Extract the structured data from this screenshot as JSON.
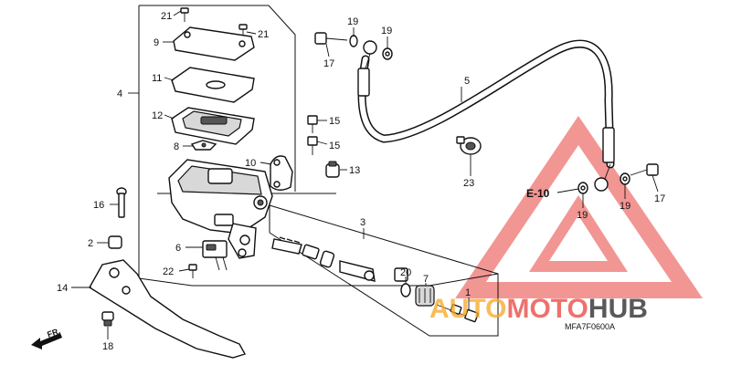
{
  "callouts": {
    "c1": "1",
    "c2": "2",
    "c3": "3",
    "c4": "4",
    "c5": "5",
    "c6": "6",
    "c7": "7",
    "c8": "8",
    "c9": "9",
    "c10": "10",
    "c11": "11",
    "c12": "12",
    "c13": "13",
    "c14": "14",
    "c15a": "15",
    "c15b": "15",
    "c16": "16",
    "c17a": "17",
    "c17b": "17",
    "c18": "18",
    "c19a": "19",
    "c19b": "19",
    "c19c": "19",
    "c19d": "19",
    "c20": "20",
    "c21a": "21",
    "c21b": "21",
    "c22": "22",
    "c23": "23"
  },
  "ref_section": "E-10",
  "diagram_code": "MFA7F0600A",
  "direction_label": "FR.",
  "watermark": {
    "part1": "AUTO",
    "part2": "MOTO",
    "part3": "HUB",
    "color_orange": "#f5a623",
    "color_red": "#e8413c",
    "color_dark": "#2f2f2f"
  }
}
